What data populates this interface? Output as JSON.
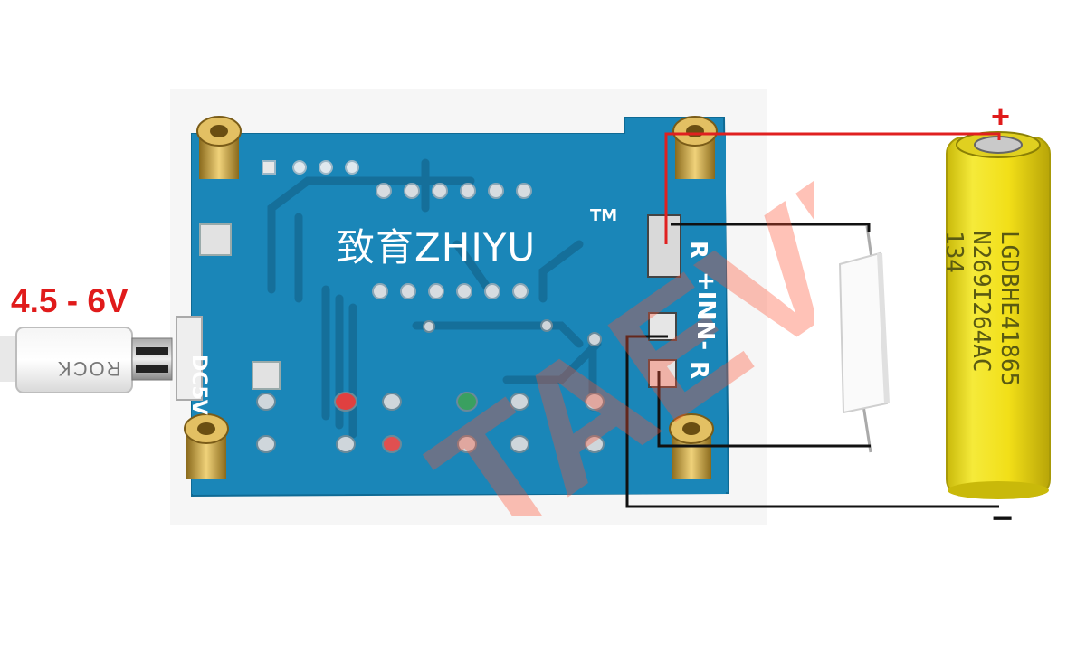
{
  "caption": {
    "voltage": "4.5 - 6V"
  },
  "board": {
    "brand": "致育ZHIYU",
    "trademark": "TM",
    "power_label": "DC5V",
    "pins": [
      "R",
      "+IN",
      "IN-",
      "R"
    ]
  },
  "battery": {
    "plus": "+",
    "minus": "−",
    "line1": "LGDBHE41865",
    "line2": "N269I264AC 134"
  },
  "usb": {
    "logo": "ROCK"
  },
  "watermark": {
    "text": "TAEVN"
  },
  "colors": {
    "board": "#1a86b8",
    "wire_positive": "#e02020",
    "wire_negative": "#111111",
    "battery": "#f2e21a",
    "voltage_label": "#e01b1b"
  }
}
